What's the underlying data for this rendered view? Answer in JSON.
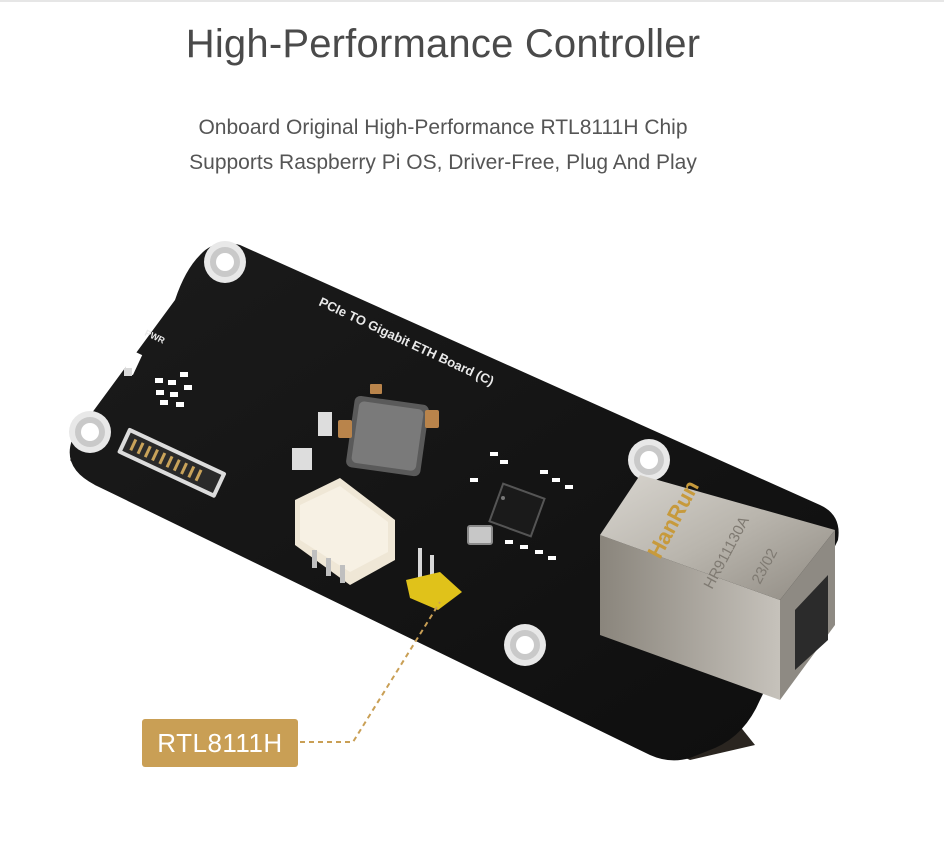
{
  "header": {
    "title": "High-Performance Controller",
    "subtitle_line1": "Onboard Original High-Performance RTL8111H Chip",
    "subtitle_line2": "Supports Raspberry Pi OS, Driver-Free, Plug And Play"
  },
  "board": {
    "silkscreen_name": "PCIe TO Gigabit ETH Board (C)",
    "pwr_label": "PWR",
    "rj45_brand": "HanRun",
    "rj45_model": "HR911130A",
    "rj45_date": "23/02"
  },
  "callout": {
    "label": "RTL8111H",
    "accent_color": "#c99f55"
  }
}
